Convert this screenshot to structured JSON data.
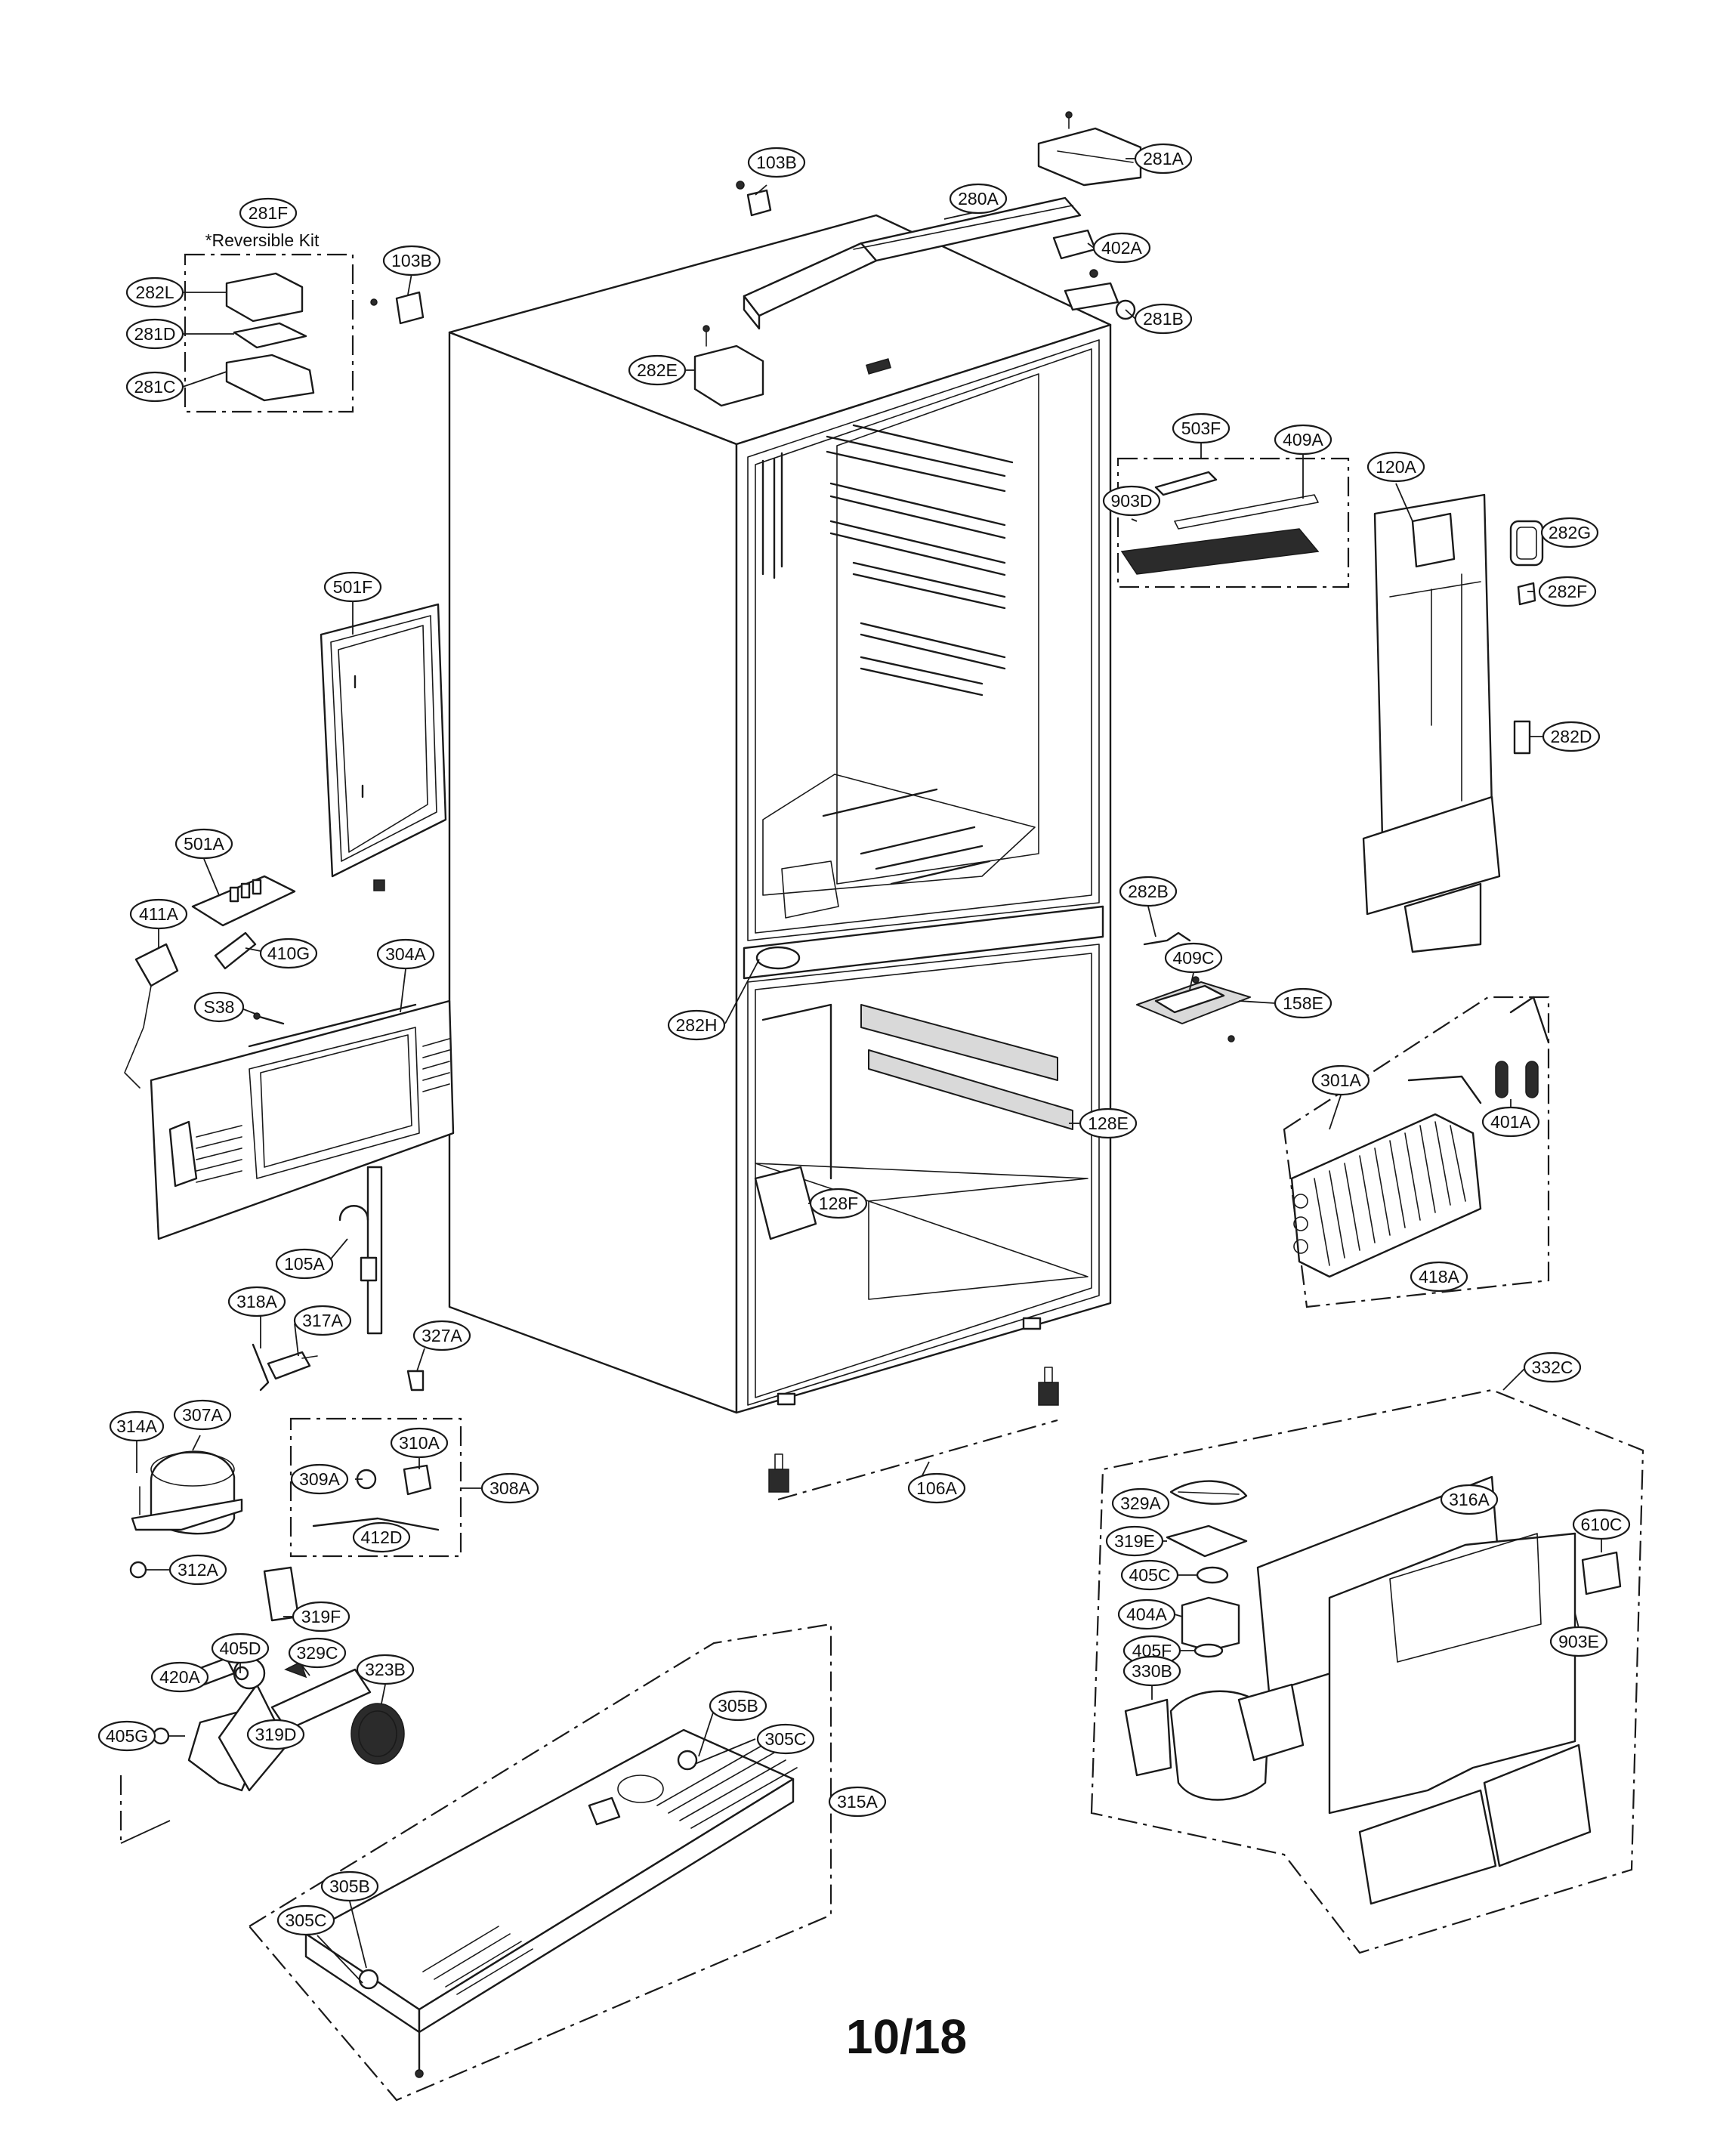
{
  "page_number": "10/18",
  "kit_note": "*Reversible Kit",
  "callouts": {
    "c103B_top": "103B",
    "c281A": "281A",
    "c280A": "280A",
    "c402A": "402A",
    "c281B": "281B",
    "c281F": "281F",
    "c103B_left": "103B",
    "c282L": "282L",
    "c281D": "281D",
    "c281C": "281C",
    "c282E": "282E",
    "c503F": "503F",
    "c409A": "409A",
    "c903D": "903D",
    "c120A": "120A",
    "c282G": "282G",
    "c282F": "282F",
    "c282D": "282D",
    "c501F": "501F",
    "c501A": "501A",
    "c411A": "411A",
    "c410G": "410G",
    "c304A": "304A",
    "cS38": "S38",
    "c282B": "282B",
    "c409C": "409C",
    "c158E": "158E",
    "c282H": "282H",
    "c301A": "301A",
    "c128E": "128E",
    "c401A": "401A",
    "c128F": "128F",
    "c418A": "418A",
    "c105A": "105A",
    "c318A": "318A",
    "c317A": "317A",
    "c327A": "327A",
    "c332C": "332C",
    "c314A": "314A",
    "c307A": "307A",
    "c310A": "310A",
    "c309A": "309A",
    "c308A": "308A",
    "c106A": "106A",
    "c412D": "412D",
    "c312A": "312A",
    "c329A": "329A",
    "c316A": "316A",
    "c610C": "610C",
    "c319E": "319E",
    "c405C": "405C",
    "c319F": "319F",
    "c404A": "404A",
    "c903E": "903E",
    "c405F": "405F",
    "c329C": "329C",
    "c405D": "405D",
    "c323B": "323B",
    "c420A": "420A",
    "c330B": "330B",
    "c305B_top": "305B",
    "c305C_top": "305C",
    "c405G": "405G",
    "c319D": "319D",
    "c315A": "315A",
    "c305B_bot": "305B",
    "c305C_bot": "305C"
  },
  "icons": {
    "cabinet": "refrigerator-cabinet-icon",
    "compressor": "compressor-icon",
    "evaporator": "evaporator-coil-icon",
    "fan": "fan-blade-icon"
  }
}
